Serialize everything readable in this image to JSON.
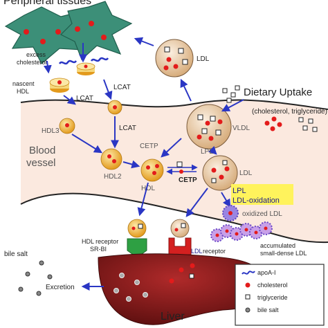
{
  "labels": {
    "peripheral_tissues": "Peripheral tissues",
    "excess_cholesterol_1": "excess",
    "excess_cholesterol_2": "cholesterol",
    "nascent_hdl_1": "nascent",
    "nascent_hdl_2": "HDL",
    "lcat_1": "LCAT",
    "lcat_2": "LCAT",
    "lcat_3": "LCAT",
    "ldl_top": "LDL",
    "dietary_uptake": "Dietary Uptake",
    "dietary_detail": "(cholesterol, triglyceride)",
    "hdl3": "HDL3",
    "vldl": "VLDL",
    "blood_vessel_1": "Blood",
    "blood_vessel_2": "vessel",
    "cetp_1": "CETP",
    "lpl_1": "LPL",
    "hdl2": "HDL2",
    "hdl": "HDL",
    "cetp_2": "CETP",
    "ldl_mid": "LDL",
    "lpl_2": "LPL",
    "ldl_oxidation": "LDL-oxidation",
    "oxidized_ldl": "oxidized LDL",
    "hdl_receptor_1": "HDL receptor",
    "hdl_receptor_2": "SR-BI",
    "ldl_receptor_ldl": "LDL",
    "ldl_receptor_word": "receptor",
    "accumulated_1": "accumulated",
    "accumulated_2": "small-dense LDL",
    "bile_salt": "bile salt",
    "excretion": "Excretion",
    "liver": "Liver"
  },
  "legend": [
    {
      "label": "apoA-I",
      "icon": "apoa1-icon"
    },
    {
      "label": "cholesterol",
      "icon": "cholesterol-icon"
    },
    {
      "label": "triglyceride",
      "icon": "triglyceride-icon"
    },
    {
      "label": "bile salt",
      "icon": "bile-salt-icon"
    }
  ],
  "colors": {
    "tissue": "#3c8f78",
    "particle": "#e8c7a0",
    "hdl_particle": "#f2b43b",
    "cholesterol": "#e31b1b",
    "vessel": "#fbe9df",
    "liver": "#8b1a1a",
    "arrow": "#2a36c4",
    "receptor_green": "#2ea043",
    "receptor_red": "#d42020",
    "oxidized": "#7b63d8",
    "highlight": "#fff35c"
  }
}
